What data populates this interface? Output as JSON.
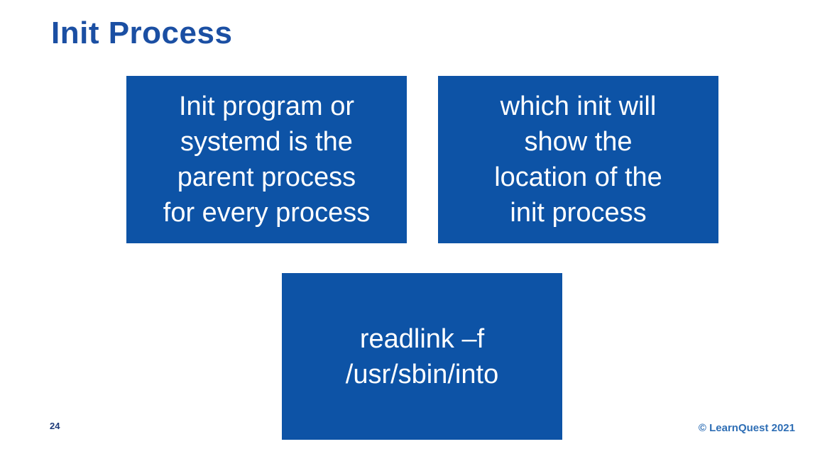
{
  "slide": {
    "title": "Init Process",
    "boxes": [
      {
        "name": "init-parent-process-box",
        "text": "Init program or\nsystemd is the\nparent process\nfor every process"
      },
      {
        "name": "which-init-box",
        "text": "which init will\nshow the\nlocation of the\ninit process"
      },
      {
        "name": "readlink-command-box",
        "text": "readlink –f\n/usr/sbin/into"
      }
    ],
    "footer": {
      "page_number": "24",
      "copyright": "© LearnQuest 2021"
    },
    "colors": {
      "box_fill": "#0d53a6",
      "title_text": "#1b4fa3",
      "box_text": "#ffffff",
      "page_number_text": "#1f3c7a",
      "copyright_text": "#2e6eb5",
      "background": "#ffffff"
    }
  }
}
